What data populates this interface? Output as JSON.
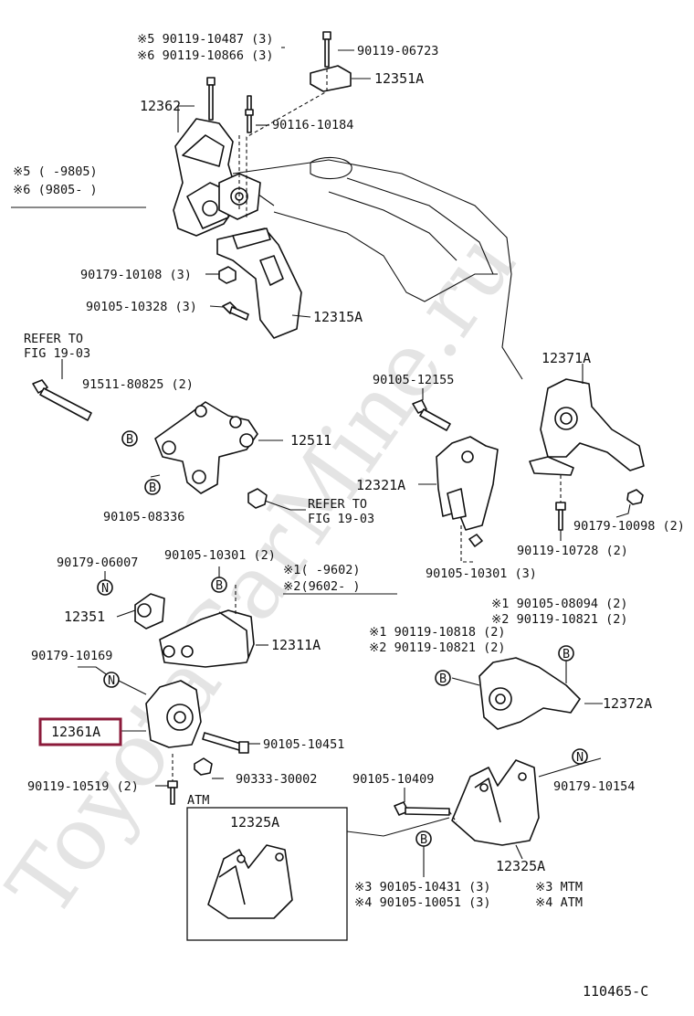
{
  "watermark": "ToyotaCarMine.ru",
  "diagram_id": "110465-C",
  "labels": {
    "p_90119_10487": "※5 90119-10487 (3)",
    "p_90119_10866": "※6 90119-10866 (3)",
    "p_90119_06723": "90119-06723",
    "p_12351A": "12351A",
    "p_12362": "12362",
    "p_90116_10184": "90116-10184",
    "note5": "※5 (      -9805)",
    "note6": "※6 (9805-      )",
    "p_90179_10108": "90179-10108 (3)",
    "p_90105_10328": "90105-10328 (3)",
    "p_12315A": "12315A",
    "refer1_a": "REFER TO",
    "refer1_b": "FIG 19-03",
    "p_91511_80825": "91511-80825 (2)",
    "p_12511": "12511",
    "p_90105_08336": "90105-08336",
    "refer2_a": "REFER TO",
    "refer2_b": "FIG 19-03",
    "p_12371A": "12371A",
    "p_90105_12155": "90105-12155",
    "p_12321A": "12321A",
    "p_90179_10098": "90179-10098 (2)",
    "p_90119_10728": "90119-10728 (2)",
    "p_90105_10301_b": "90105-10301 (3)",
    "p_90179_06007": "90179-06007",
    "p_90105_10301_a": "90105-10301 (2)",
    "note1": "※1(      -9602)",
    "note2": "※2(9602-      )",
    "p_12351": "12351",
    "p_12311A": "12311A",
    "p_90179_10169": "90179-10169",
    "p_12361A": "12361A",
    "p_90105_10451": "90105-10451",
    "p_90333_30002": "90333-30002",
    "p_90119_10519": "90119-10519 (2)",
    "atm_label": "ATM",
    "p_90105_08094": "※1 90105-08094 (2)",
    "p_90119_10821_a": "※2 90119-10821 (2)",
    "p_90119_10818": "※1 90119-10818 (2)",
    "p_90119_10821_b": "※2 90119-10821 (2)",
    "p_12372A": "12372A",
    "p_90105_10409": "90105-10409",
    "p_90179_10154": "90179-10154",
    "p_12325A_inset": "12325A",
    "p_12325A": "12325A",
    "p_90105_10431": "※3 90105-10431 (3)",
    "p_90105_10051": "※4 90105-10051 (3)",
    "note3": "※3 MTM",
    "note4": "※4 ATM"
  },
  "callouts": {
    "B": "B",
    "N": "N"
  },
  "highlight": {
    "part": "12361A",
    "color": "#8b1a3a"
  }
}
